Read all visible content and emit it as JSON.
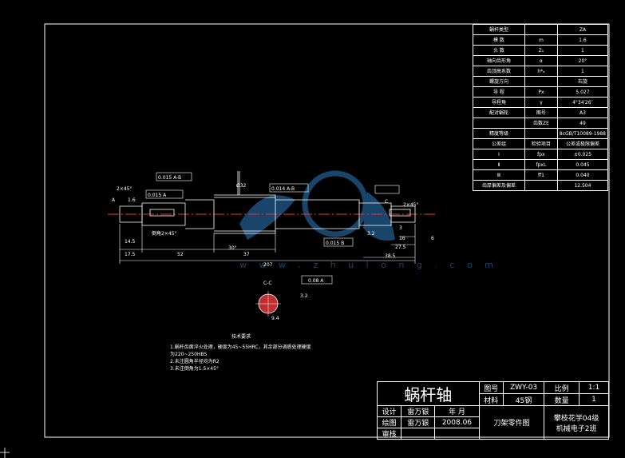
{
  "param_table": {
    "rows": [
      {
        "label": "蜗杆类型",
        "symbol": "",
        "value": "ZA"
      },
      {
        "label": "模  数",
        "symbol": "m",
        "value": "1.6"
      },
      {
        "label": "头  数",
        "symbol": "Z₁",
        "value": "1"
      },
      {
        "label": "轴向齿形角",
        "symbol": "α",
        "value": "20°"
      },
      {
        "label": "齿顶高系数",
        "symbol": "h*ₐ",
        "value": "1"
      },
      {
        "label": "螺旋方向",
        "symbol": "",
        "value": "右旋"
      },
      {
        "label": "导  程",
        "symbol": "Px",
        "value": "5.027"
      },
      {
        "label": "导程角",
        "symbol": "γ",
        "value": "4°34′26″"
      },
      {
        "label": "配对蜗轮",
        "symbol": "图号",
        "value": "A3"
      },
      {
        "label": "",
        "symbol": "齿数ZE",
        "value": "49"
      },
      {
        "label": "精度等级",
        "symbol": "",
        "value": "8cGB/T10089-1988"
      },
      {
        "label": "公差组",
        "symbol": "检验项目",
        "value": "公差或极限偏差"
      },
      {
        "label": "Ⅰ",
        "symbol": "fpx",
        "value": "±0.025"
      },
      {
        "label": "Ⅱ",
        "symbol": "fpxL",
        "value": "0.045"
      },
      {
        "label": "Ⅲ",
        "symbol": "ff1",
        "value": "0.040"
      },
      {
        "label": "齿厚偏差及偏差",
        "symbol": "",
        "value": "12.504"
      }
    ]
  },
  "title_block": {
    "part_name": "蜗杆轴",
    "drawing_no_label": "图号",
    "drawing_no": "ZWY-03",
    "scale_label": "比例",
    "scale": "1:1",
    "material_label": "材料",
    "material": "45钢",
    "quantity_label": "数量",
    "quantity": "1",
    "design_label": "设计",
    "designer": "雷万银",
    "date_label": "年 月",
    "drawing_label": "绘图",
    "drafter": "雷万银",
    "date": "2008.06",
    "check_label": "审核",
    "assembly": "刀架零件图",
    "school": "攀枝花学04级",
    "class": "机械电子2班"
  },
  "drawing": {
    "dims_bottom": [
      "17.5",
      "52",
      "37",
      "207",
      "38.5"
    ],
    "dims_misc": [
      "14.5",
      "1.6",
      "2×45°",
      "倒角2×45°",
      "2×45°",
      "3",
      "16",
      "27.5",
      "6",
      "3",
      "1.6",
      "3.2",
      "1.6",
      "30°",
      "Ø32"
    ],
    "tolerances": [
      "0.015 A-B",
      "0.015 A",
      "0.014 A-B",
      "0.015 A-B",
      "0.015 B"
    ],
    "datum_labels": [
      "A",
      "B",
      "C"
    ],
    "section_label": "C-C",
    "section_tol": "0.08 A",
    "section_dim": "9.4",
    "section_rough": "3.2"
  },
  "notes": {
    "heading": "技术要求",
    "lines": [
      "1.蜗杆齿面淬火处理，硬度为45~55HRC，其余部分调质处理硬度",
      "   为220~250HBS",
      "2.未注圆角半径均为R2",
      "3.未注倒角为1.5×45°"
    ]
  }
}
